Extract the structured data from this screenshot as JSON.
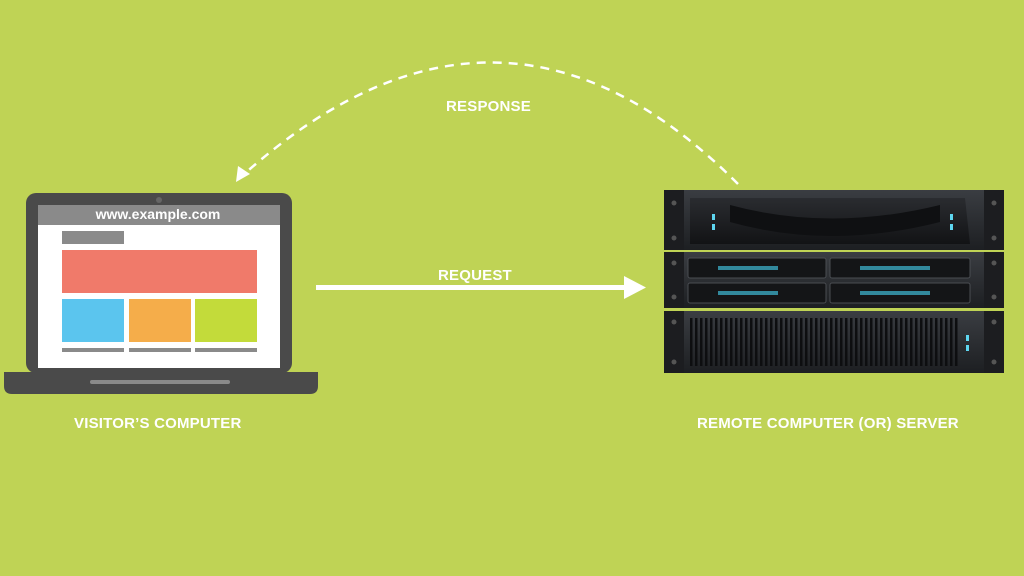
{
  "diagram": {
    "response_label": "RESPONSE",
    "request_label": "REQUEST",
    "visitor_label": "VISITOR’S COMPUTER",
    "server_label": "REMOTE COMPUTER (OR) SERVER"
  },
  "laptop": {
    "url": "www.example.com",
    "block_colors": {
      "header_bar": "#f07a6a",
      "block_blue": "#5bc5ee",
      "block_orange": "#f5ad4a",
      "block_green": "#c3db3a"
    }
  },
  "colors": {
    "background": "#bfd355",
    "laptop_frame": "#4a4a4a",
    "server_body": "#2b2d31",
    "arrow": "#ffffff"
  }
}
